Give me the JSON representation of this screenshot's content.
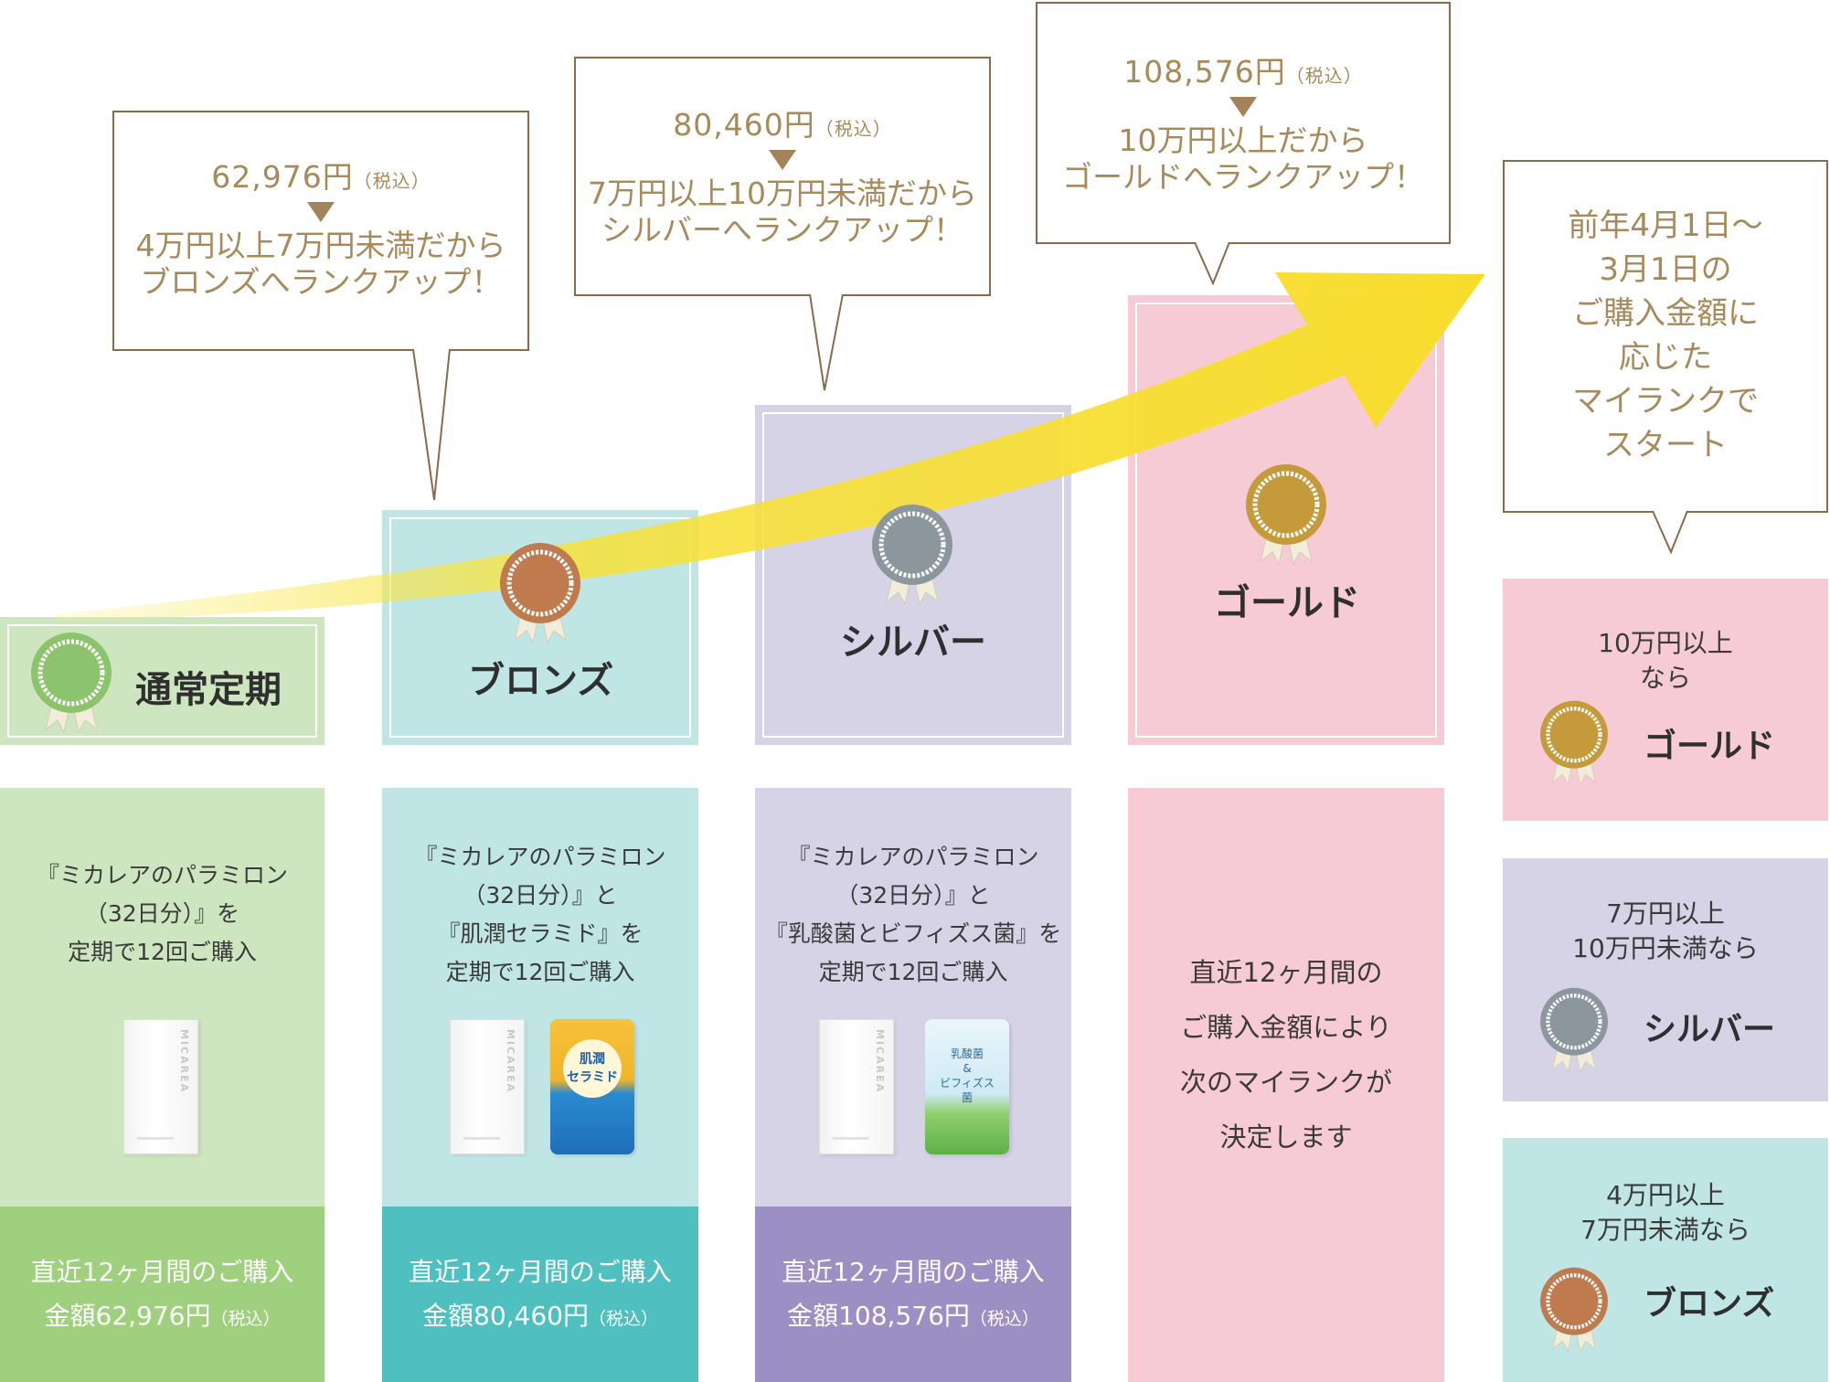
{
  "bubbles": {
    "bronze": {
      "price": "62,976円",
      "tax": "（税込）",
      "line1": "4万円以上7万円未満だから",
      "line2": "ブロンズへランクアップ！"
    },
    "silver": {
      "price": "80,460円",
      "tax": "（税込）",
      "line1": "7万円以上10万円未満だから",
      "line2": "シルバーへランクアップ！"
    },
    "gold": {
      "price": "108,576円",
      "tax": "（税込）",
      "line1": "10万円以上だから",
      "line2": "ゴールドへランクアップ！"
    },
    "side": {
      "lines": [
        "前年4月1日～",
        "3月1日の",
        "ご購入金額に",
        "応じた",
        "マイランクで",
        "スタート"
      ]
    }
  },
  "ranks": {
    "regular": {
      "name": "通常定期"
    },
    "bronze": {
      "name": "ブロンズ"
    },
    "silver": {
      "name": "シルバー"
    },
    "gold": {
      "name": "ゴールド"
    }
  },
  "columns": {
    "regular": {
      "desc": [
        "『ミカレアのパラミロン",
        "（32日分）』を",
        "定期で12回ご購入"
      ],
      "foot1": "直近12ヶ月間のご購入",
      "foot2": "金額62,976円",
      "tax": "（税込）"
    },
    "bronze": {
      "desc": [
        "『ミカレアのパラミロン",
        "（32日分）』と",
        "『肌潤セラミド』を",
        "定期で12回ご購入"
      ],
      "foot1": "直近12ヶ月間のご購入",
      "foot2": "金額80,460円",
      "tax": "（税込）"
    },
    "silver": {
      "desc": [
        "『ミカレアのパラミロン",
        "（32日分）』と",
        "『乳酸菌とビフィズス菌』を",
        "定期で12回ご購入"
      ],
      "foot1": "直近12ヶ月間のご購入",
      "foot2": "金額108,576円",
      "tax": "（税込）"
    },
    "gold": {
      "desc": [
        "直近12ヶ月間の",
        "ご購入金額により",
        "次のマイランクが",
        "決定します"
      ]
    }
  },
  "products": {
    "micarea": "MICAREA",
    "ceramide": [
      "肌潤",
      "セラミド"
    ],
    "lactic": [
      "乳酸菌",
      "&",
      "ビフィズス菌"
    ]
  },
  "legend": {
    "gold": {
      "cond": [
        "10万円以上",
        "なら"
      ],
      "name": "ゴールド"
    },
    "silver": {
      "cond": [
        "7万円以上",
        "10万円未満なら"
      ],
      "name": "シルバー"
    },
    "bronze": {
      "cond": [
        "4万円以上",
        "7万円未満なら"
      ],
      "name": "ブロンズ"
    }
  },
  "colors": {
    "regular_light": "#cde6bf",
    "regular_dark": "#9fd07e",
    "bronze_light": "#bfe6e5",
    "bronze_dark": "#4fbfc0",
    "silver_light": "#d6d3e6",
    "silver_dark": "#9b8fc4",
    "gold_light": "#f6cbd6",
    "arrow": "#f7dc2a"
  }
}
